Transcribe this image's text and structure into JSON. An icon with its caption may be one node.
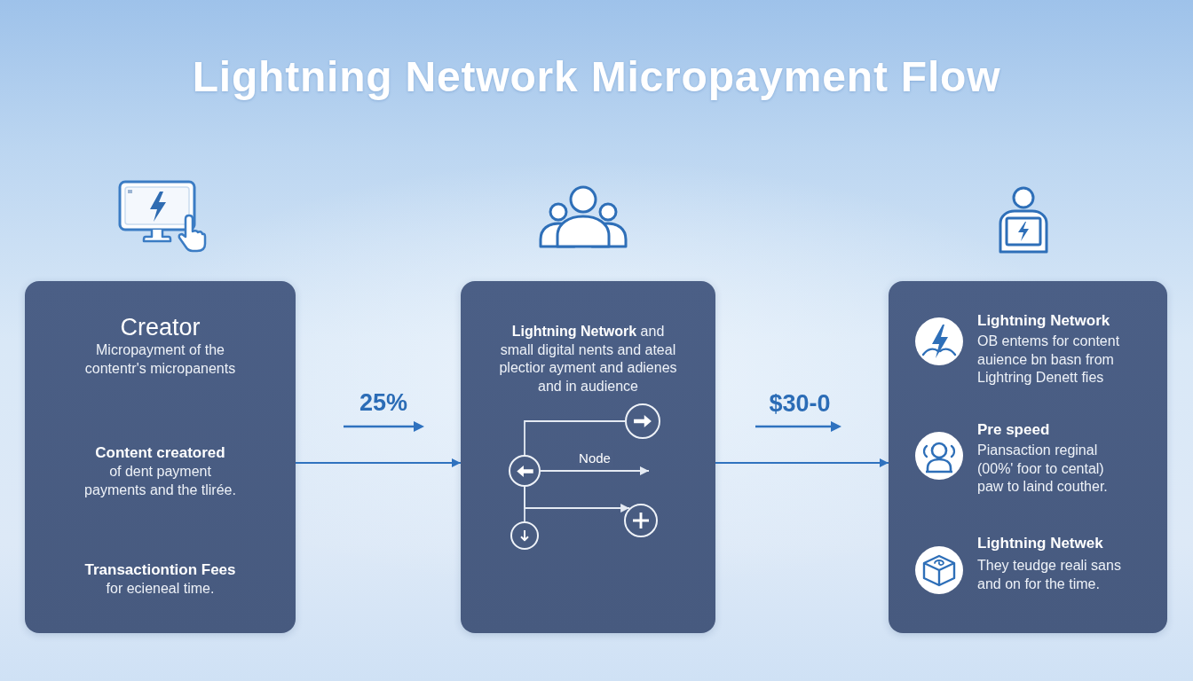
{
  "diagram": {
    "title": "Lightning Network Micropayment Flow",
    "nodes": [
      {
        "text": [
          "Creator",
          "Micropayment of the contentr's micropanents",
          "Content creatored",
          "of dent payment payments and the tlirée.",
          "Transactiontion Fees",
          "for ecieneal time."
        ]
      },
      {
        "text": [
          "**Lightning Network** and small digital nents and ateal plectior ayment and adienes and in audience"
        ]
      },
      {
        "text": [],
        "shape": "circle",
        "in": 1
      },
      {
        "text": [],
        "shape": "circle",
        "in": 1
      },
      {
        "text": [],
        "shape": "circle",
        "in": 1
      },
      {
        "text": [],
        "shape": "circle",
        "in": 1
      },
      {
        "text": [
          "Lightning Network",
          "OB entems for content auience bn basn from Lightring Denett fies",
          "Pre speed",
          "Piansaction reginal (00%' foor to cental) paw to laind couther.",
          "Lightning Netwek",
          "They teudge reali sans and on for the time."
        ]
      }
    ],
    "edges": [
      {
        "from": 0,
        "to": 1,
        "arrow": "to",
        "color": "#2f72bf"
      },
      {
        "from": 1,
        "to": 6,
        "arrow": "to",
        "color": "#2f72bf"
      },
      {
        "from": 3,
        "to": 2,
        "arrow": "none"
      },
      {
        "from": 3,
        "to": null,
        "arrow": "to",
        "label": "Node"
      },
      {
        "from": 3,
        "to": 4,
        "arrow": "none"
      },
      {
        "from": 3,
        "to": 5,
        "arrow": "to"
      }
    ],
    "labels": [
      "25%",
      "$30-0"
    ]
  }
}
